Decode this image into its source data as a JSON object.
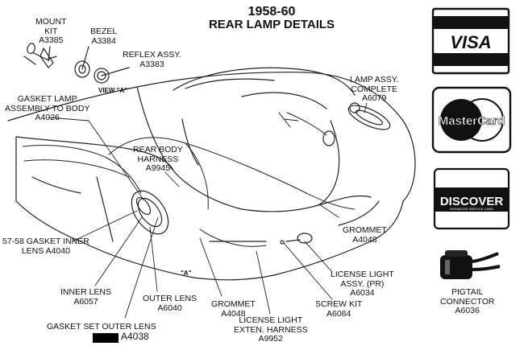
{
  "title": {
    "year": "1958-60",
    "name": "REAR LAMP DETAILS"
  },
  "labels": {
    "mount_kit": [
      "MOUNT",
      "KIT",
      "A3385"
    ],
    "bezel": [
      "BEZEL",
      "A3384"
    ],
    "reflex": [
      "REFLEX ASSY.",
      "A3383"
    ],
    "view_a_top": "VIEW \"A\"",
    "lamp_assy": [
      "LAMP ASSY.",
      "COMPLETE",
      "A6079"
    ],
    "gasket_lamp": [
      "GASKET LAMP",
      "ASSEMBLY TO BODY",
      "A4026"
    ],
    "rear_body_harness": [
      "REAR BODY",
      "HARNESS",
      "A9945"
    ],
    "grommet_right": [
      "GROMMET",
      "A4048"
    ],
    "gasket_inner": [
      "57-58 GASKET INNER",
      "LENS A4040"
    ],
    "license_light_assy": [
      "LICENSE LIGHT",
      "ASSY. (PR)",
      "A6034"
    ],
    "screw_kit": [
      "SCREW KIT",
      "A6084"
    ],
    "inner_lens": [
      "INNER LENS",
      "A6057"
    ],
    "outer_lens": [
      "OUTER LENS",
      "A6040"
    ],
    "grommet_bottom": [
      "GROMMET",
      "A4048"
    ],
    "license_harness": [
      "LICENSE LIGHT",
      "EXTEN. HARNESS",
      "A9952"
    ],
    "gasket_outer": "GASKET SET OUTER LENS",
    "gasket_outer_part": "A4038",
    "view_a_mid": "\"A\"",
    "pigtail": [
      "PIGTAIL",
      "CONNECTOR",
      "A6036"
    ]
  },
  "cards": {
    "visa": "VISA",
    "mastercard": "MasterCard",
    "discover": "DISCOVER",
    "discover_sub": "ENHANCED SERVICE CARD"
  }
}
